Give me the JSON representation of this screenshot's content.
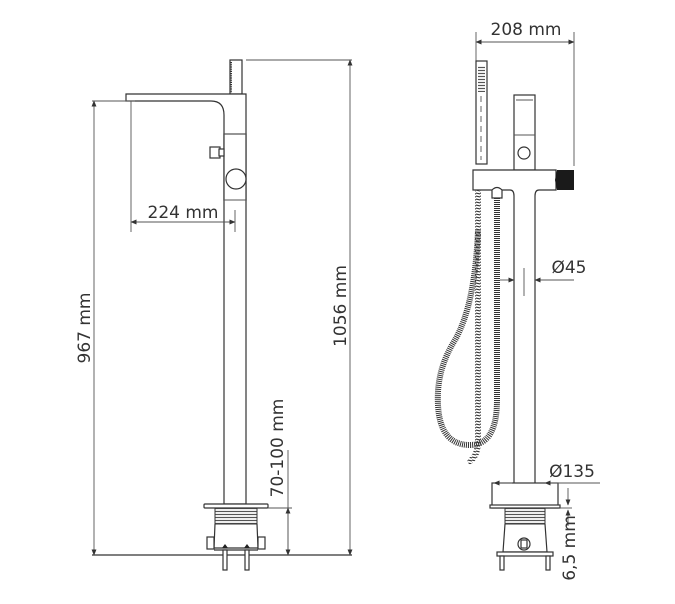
{
  "drawing": {
    "subject": "Freestanding bath mixer technical drawing",
    "views": [
      "side-view",
      "front-view"
    ]
  },
  "side_view": {
    "dimensions": {
      "spout_reach": "224 mm",
      "spout_height": "967 mm",
      "total_height": "1056 mm",
      "floor_adjust": "70-100 mm"
    }
  },
  "front_view": {
    "dimensions": {
      "width": "208 mm",
      "column_diameter": "Ø45",
      "base_diameter": "Ø135",
      "base_height": "6,5 mm"
    }
  },
  "colors": {
    "line": "#333333",
    "background": "#ffffff"
  }
}
